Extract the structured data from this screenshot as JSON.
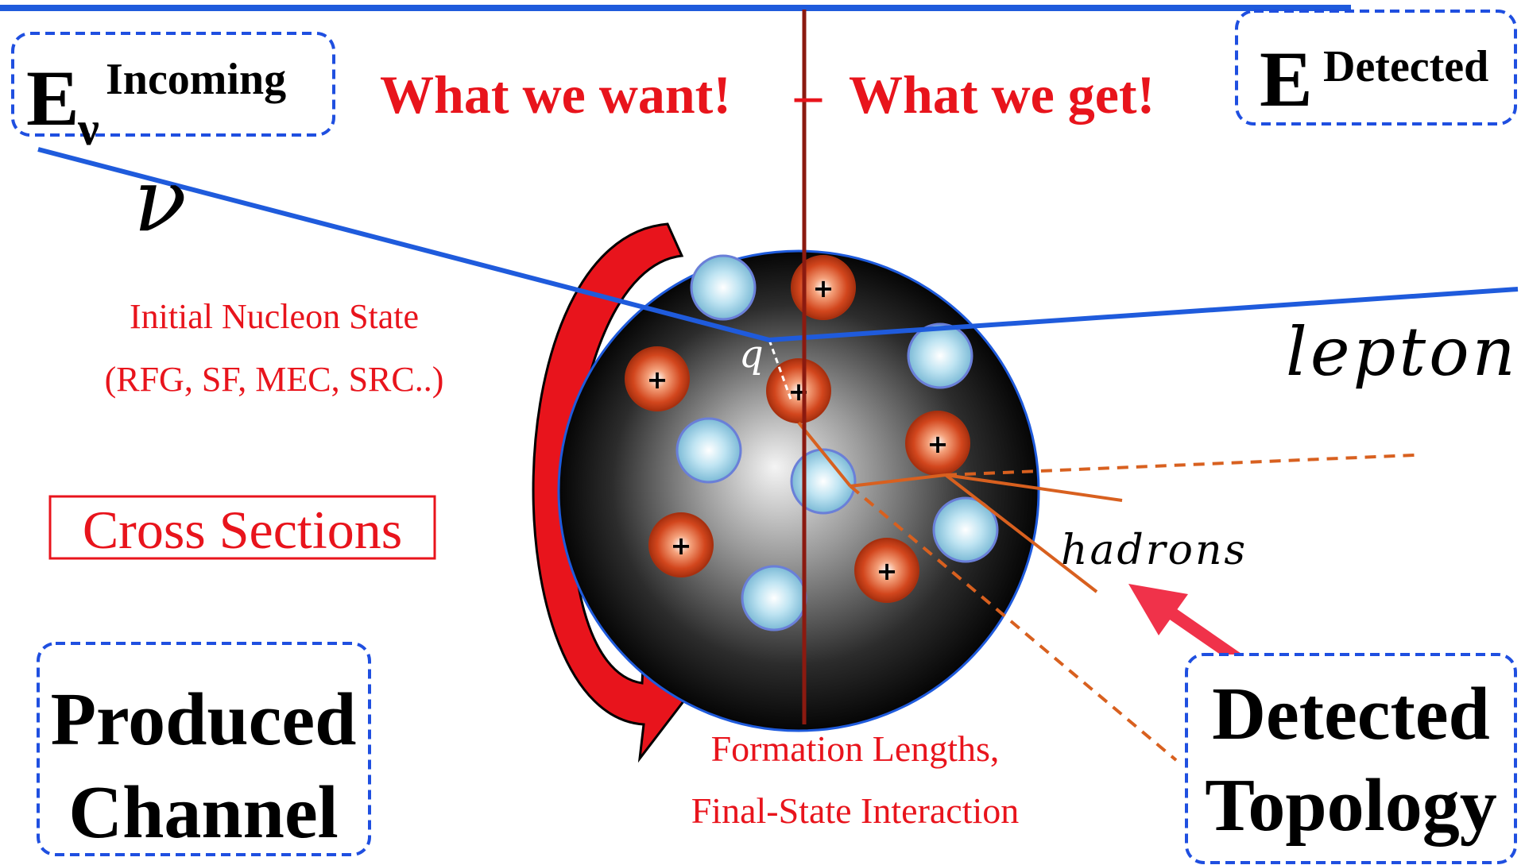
{
  "header": {
    "left_text": "What we want!",
    "separator": "–",
    "right_text": "What we get!"
  },
  "energy_incoming": {
    "base": "E",
    "subscript": "ν",
    "superscript": "Incoming"
  },
  "energy_detected": {
    "base": "E",
    "superscript": "Detected"
  },
  "labels": {
    "neutrino": "ν",
    "q": "q",
    "lepton": "lepton",
    "hadrons": "hadrons",
    "nucleon_state_line1": "Initial Nucleon State",
    "nucleon_state_line2": "(RFG, SF, MEC, SRC..)",
    "cross_sections": "Cross Sections",
    "formation_line1": "Formation Lengths,",
    "formation_line2": "Final-State Interaction",
    "produced_line1": "Produced",
    "produced_line2": "Channel",
    "detected_line1": "Detected",
    "detected_line2": "Topology",
    "proton_symbol": "+"
  },
  "colors": {
    "accent_red": "#e8141c",
    "dashed_box_blue": "#1f4fe0",
    "beam_blue": "#1f5bdc",
    "divider_darkred": "#8b1a10",
    "hadron_orange": "#d8601f"
  }
}
